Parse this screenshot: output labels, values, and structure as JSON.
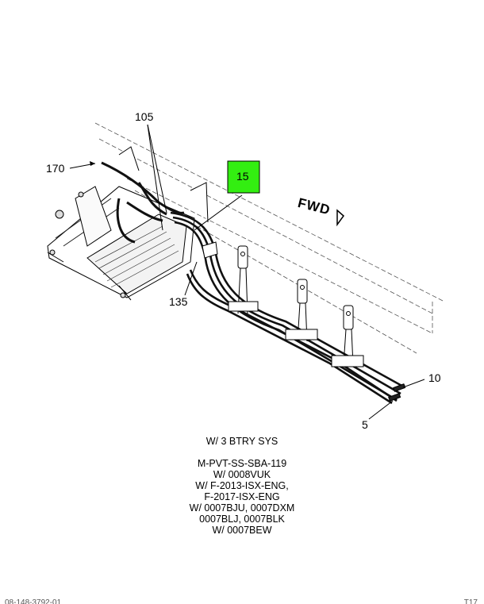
{
  "callouts": {
    "c105": "105",
    "c170": "170",
    "c15": "15",
    "c135": "135",
    "c10": "10",
    "c5": "5"
  },
  "fwd_label": "FWD",
  "notes": {
    "heading": "W/ 3 BTRY SYS",
    "lines": [
      "M-PVT-SS-SBA-119",
      "W/ 0008VUK",
      "W/ F-2013-ISX-ENG,",
      "F-2017-ISX-ENG",
      "W/ 0007BJU, 0007DXM",
      "0007BLJ, 0007BLK",
      "W/ 0007BEW"
    ]
  },
  "footer": {
    "left": "08-148-3792-01",
    "right": "T17"
  },
  "colors": {
    "highlight": "#33ee11",
    "line": "#000000"
  }
}
